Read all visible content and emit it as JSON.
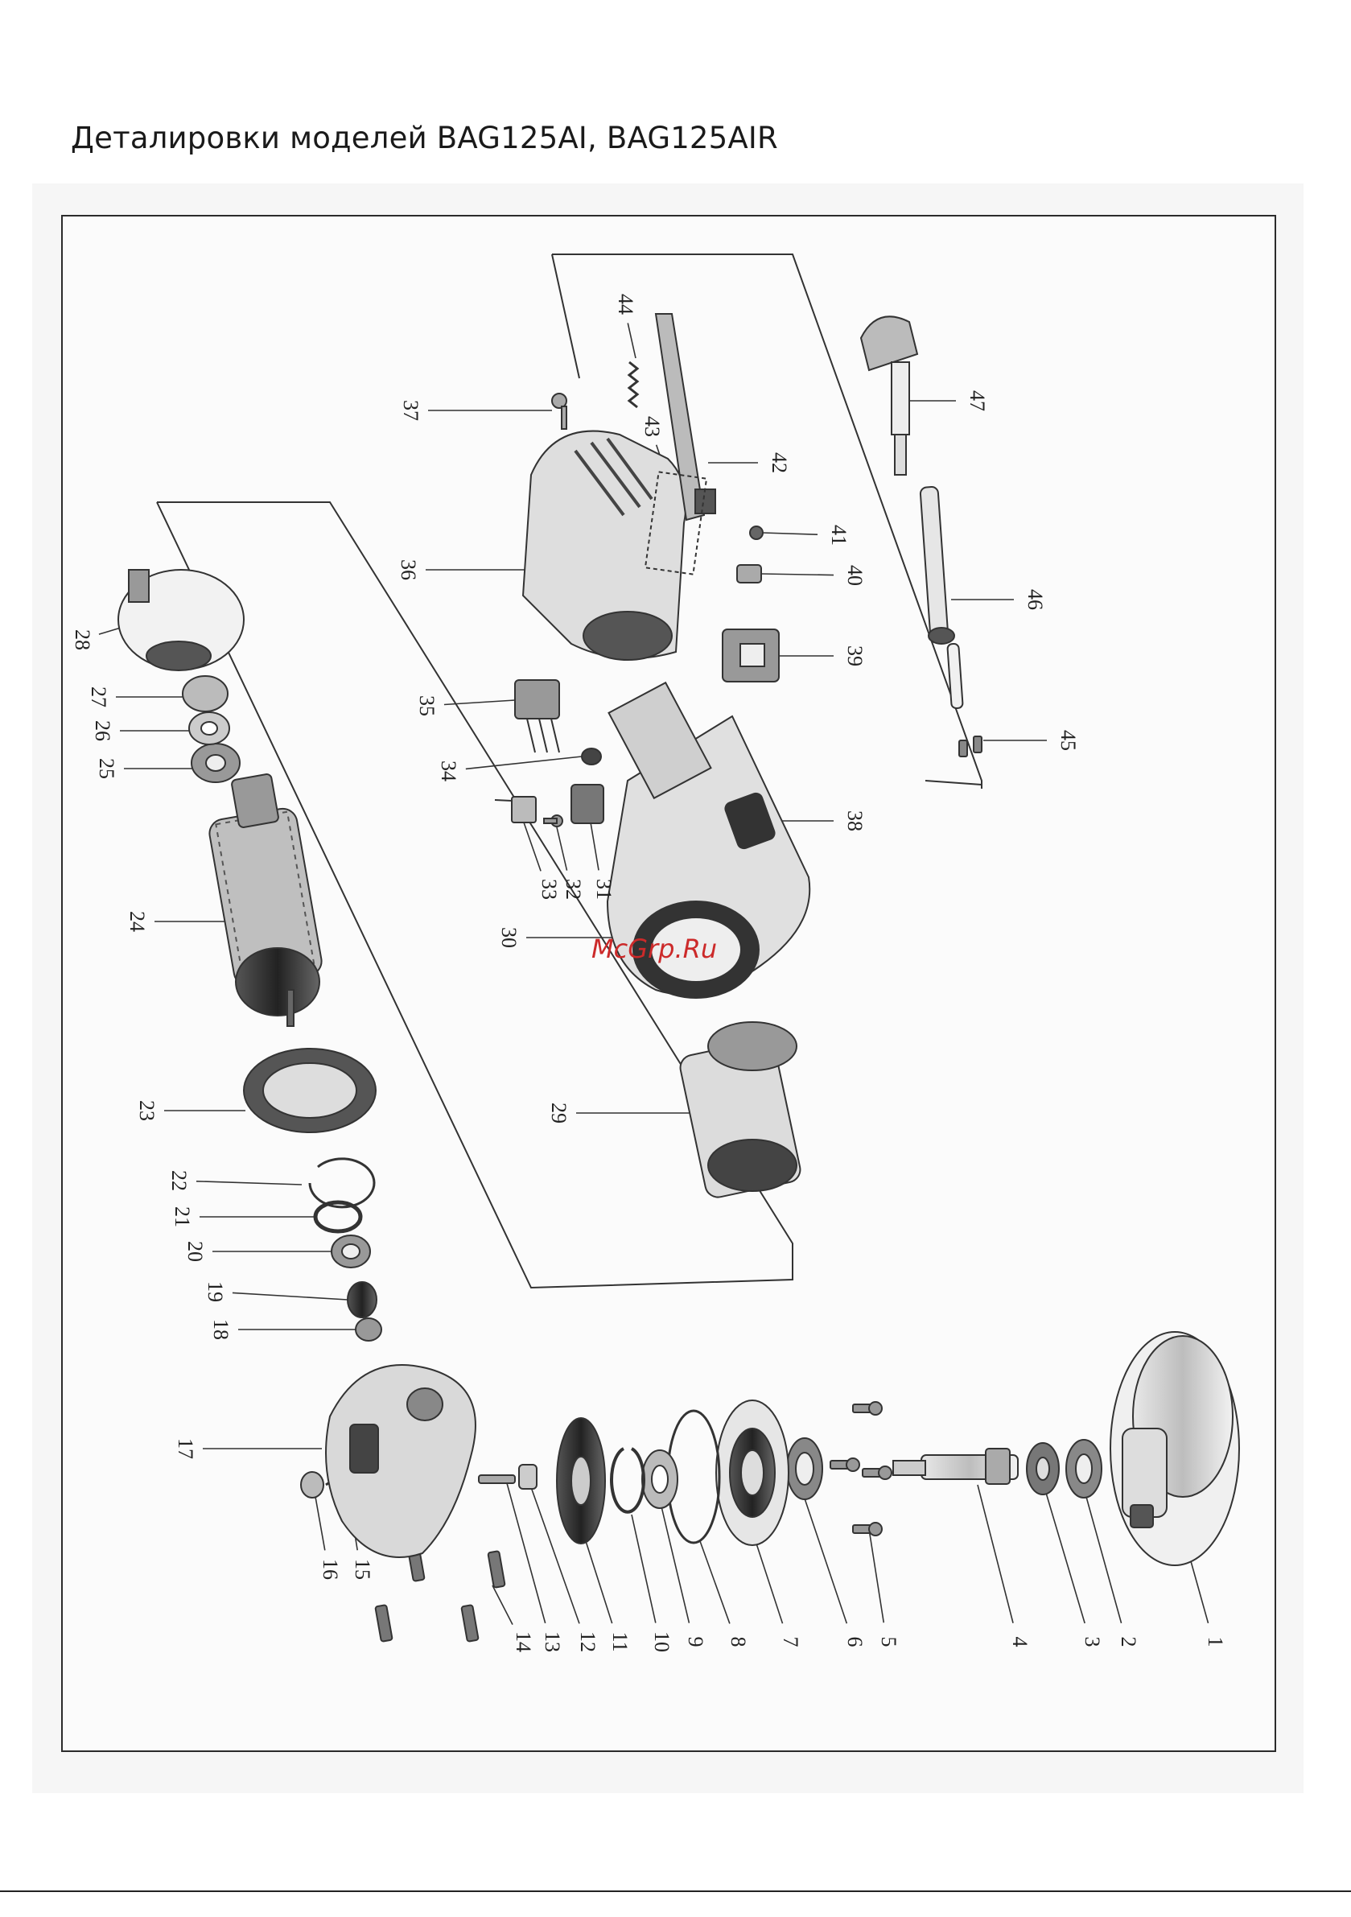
{
  "page": {
    "title": "Деталировки моделей BAG125AI, BAG125AIR",
    "watermark": "McGrp.Ru"
  },
  "diagram": {
    "callouts": [
      {
        "id": "1",
        "label": "1"
      },
      {
        "id": "2",
        "label": "2"
      },
      {
        "id": "3",
        "label": "3"
      },
      {
        "id": "4",
        "label": "4"
      },
      {
        "id": "5",
        "label": "5"
      },
      {
        "id": "6",
        "label": "6"
      },
      {
        "id": "7",
        "label": "7"
      },
      {
        "id": "8",
        "label": "8"
      },
      {
        "id": "9",
        "label": "9"
      },
      {
        "id": "10",
        "label": "10"
      },
      {
        "id": "11",
        "label": "11"
      },
      {
        "id": "12",
        "label": "12"
      },
      {
        "id": "13",
        "label": "13"
      },
      {
        "id": "14",
        "label": "14"
      },
      {
        "id": "15",
        "label": "15"
      },
      {
        "id": "16",
        "label": "16"
      },
      {
        "id": "17",
        "label": "17"
      },
      {
        "id": "18",
        "label": "18"
      },
      {
        "id": "19",
        "label": "19"
      },
      {
        "id": "20",
        "label": "20"
      },
      {
        "id": "21",
        "label": "21"
      },
      {
        "id": "22",
        "label": "22"
      },
      {
        "id": "23",
        "label": "23"
      },
      {
        "id": "24",
        "label": "24"
      },
      {
        "id": "25",
        "label": "25"
      },
      {
        "id": "26",
        "label": "26"
      },
      {
        "id": "27",
        "label": "27"
      },
      {
        "id": "28",
        "label": "28"
      },
      {
        "id": "29",
        "label": "29"
      },
      {
        "id": "30",
        "label": "30"
      },
      {
        "id": "31",
        "label": "31"
      },
      {
        "id": "32",
        "label": "32"
      },
      {
        "id": "33",
        "label": "33"
      },
      {
        "id": "34",
        "label": "34"
      },
      {
        "id": "35",
        "label": "35"
      },
      {
        "id": "36",
        "label": "36"
      },
      {
        "id": "37",
        "label": "37"
      },
      {
        "id": "38",
        "label": "38"
      },
      {
        "id": "39",
        "label": "39"
      },
      {
        "id": "40",
        "label": "40"
      },
      {
        "id": "41",
        "label": "41"
      },
      {
        "id": "42",
        "label": "42"
      },
      {
        "id": "43",
        "label": "43"
      },
      {
        "id": "44",
        "label": "44"
      },
      {
        "id": "45",
        "label": "45"
      },
      {
        "id": "46",
        "label": "46"
      },
      {
        "id": "47",
        "label": "47"
      }
    ]
  }
}
